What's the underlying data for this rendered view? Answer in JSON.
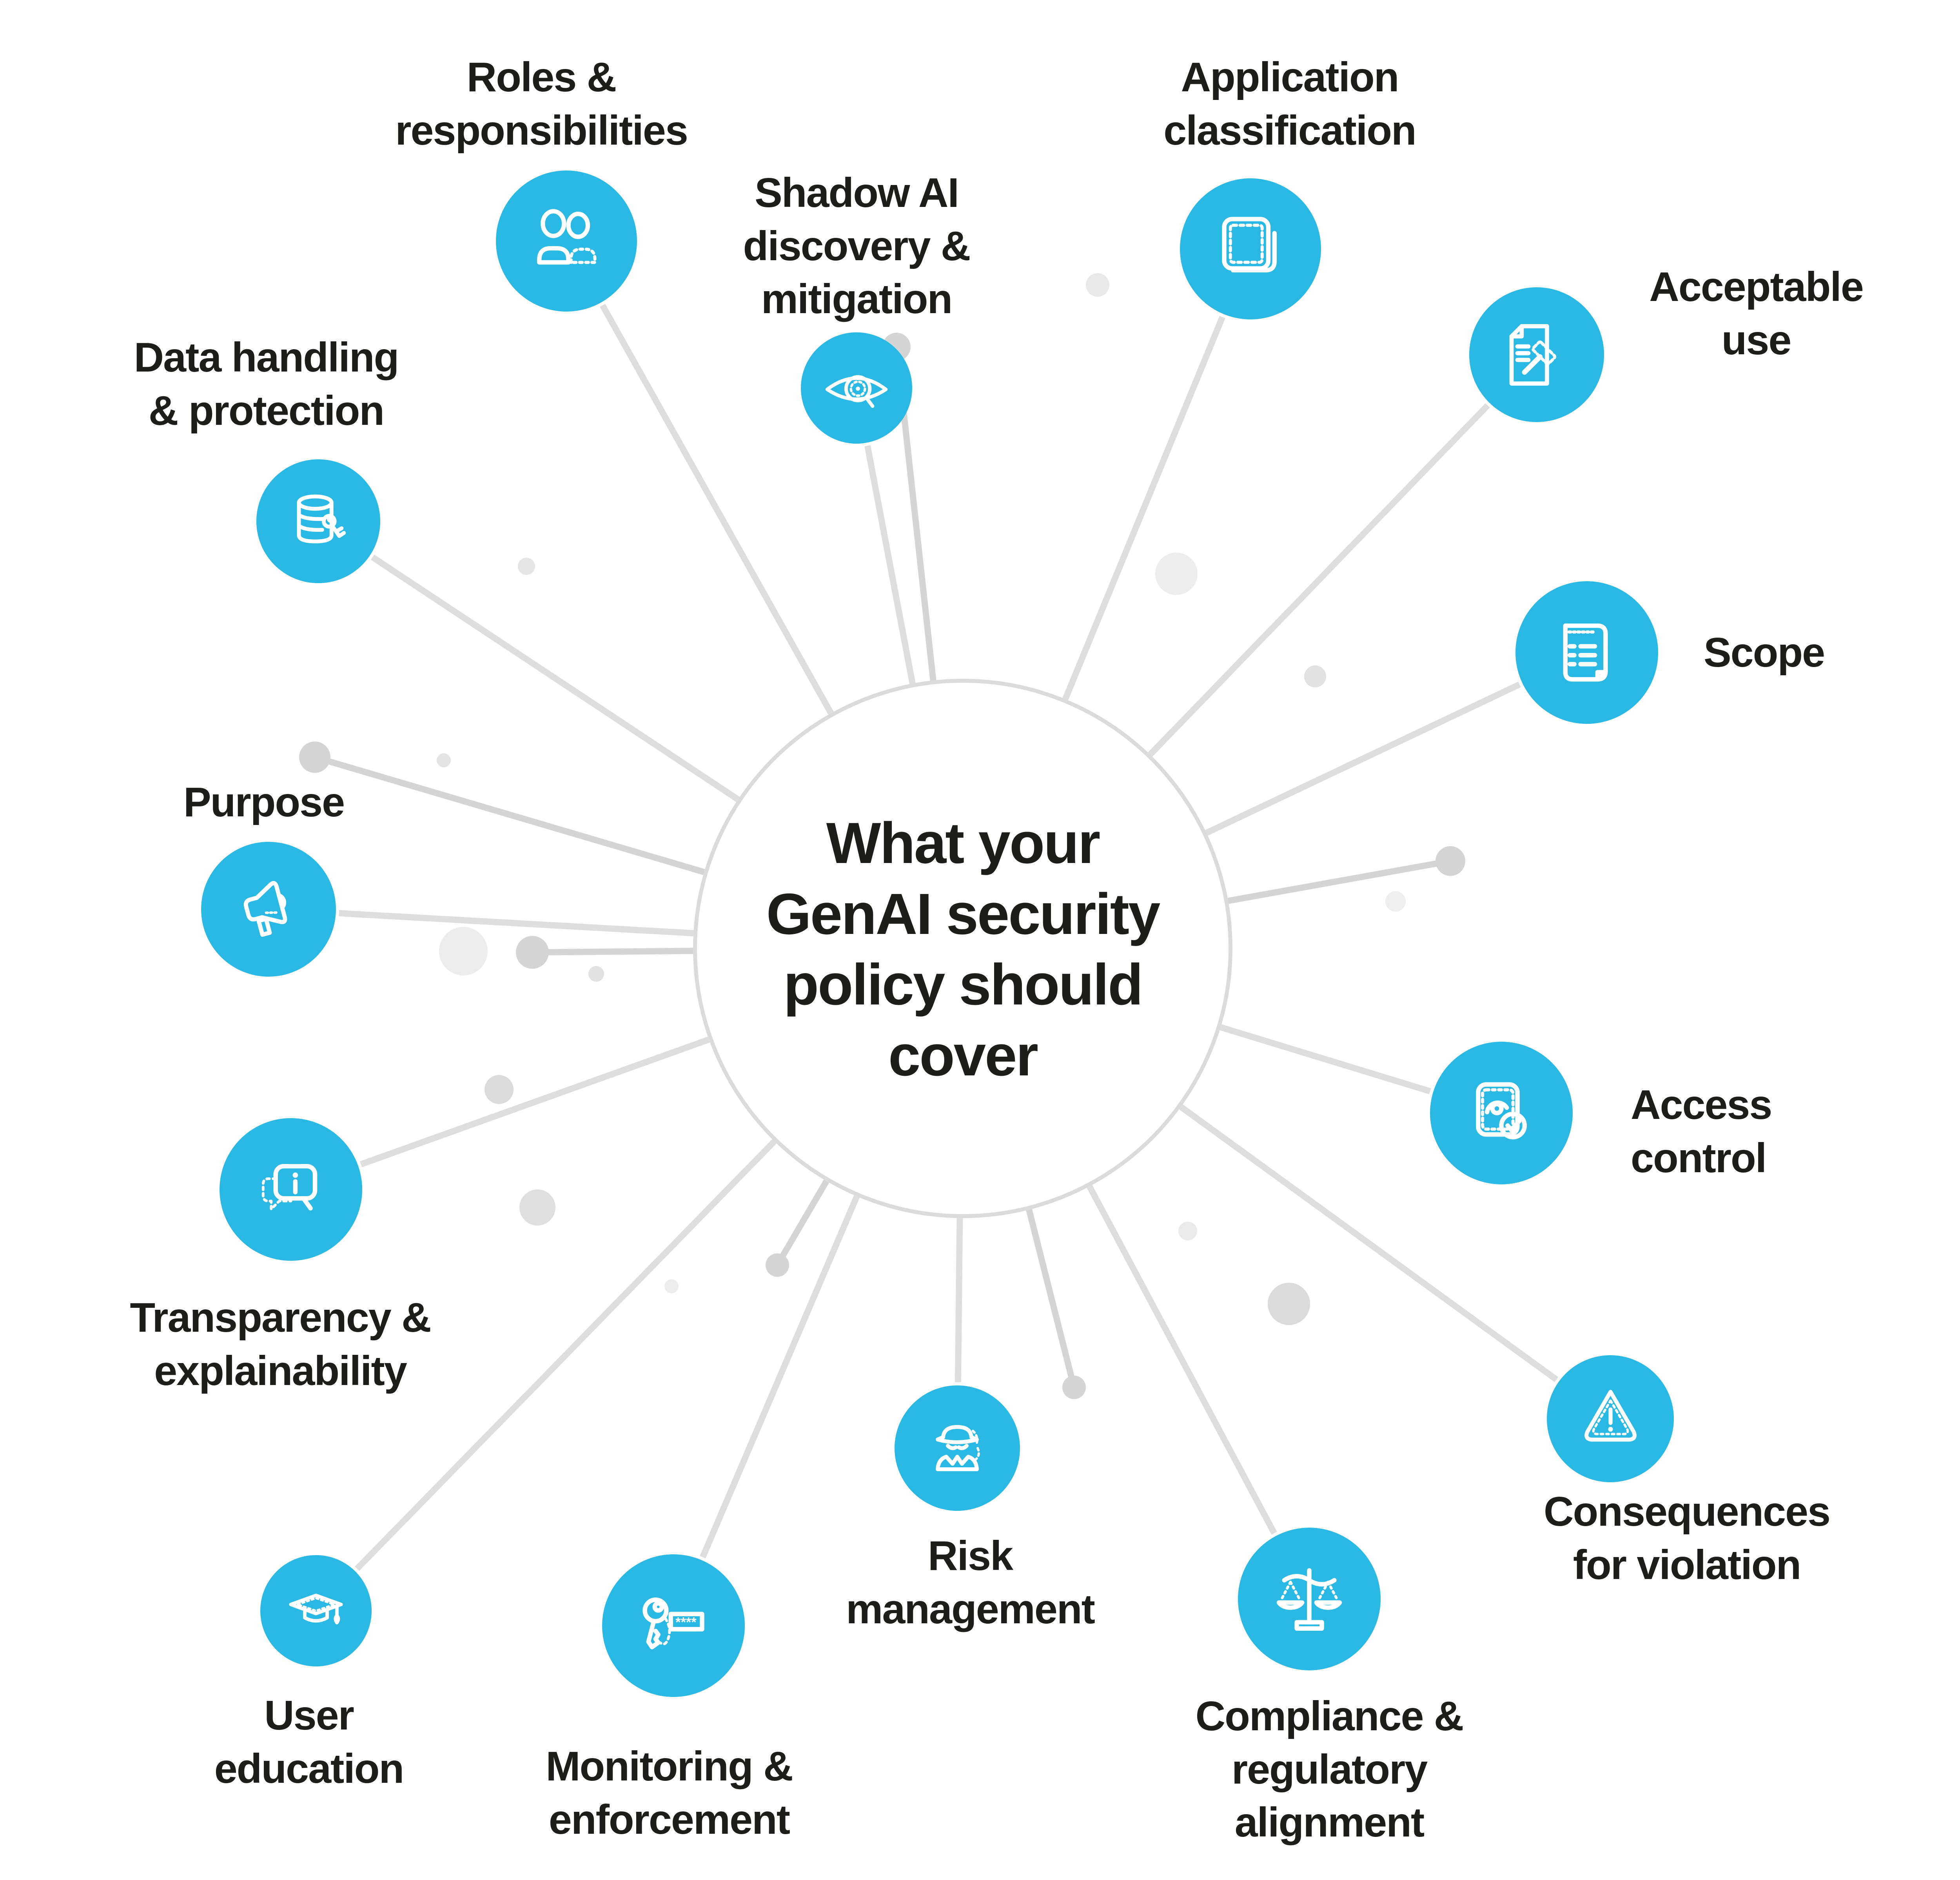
{
  "title": "What your\nGenAI security\npolicy should\ncover",
  "colors": {
    "accent": "#29B9E4",
    "text": "#1D1D1B",
    "connector": "#DEDEDE",
    "center_ring": "#DBDBDB",
    "pin": "#D5D5D5"
  },
  "items": [
    {
      "id": "roles-responsibilities",
      "label": "Roles &\nresponsibilities",
      "icon": "people-icon"
    },
    {
      "id": "shadow-ai",
      "label": "Shadow AI\ndiscovery &\nmitigation",
      "icon": "eye-search-icon"
    },
    {
      "id": "application-classification",
      "label": "Application\nclassification",
      "icon": "documents-icon"
    },
    {
      "id": "acceptable-use",
      "label": "Acceptable\nuse",
      "icon": "document-gavel-icon"
    },
    {
      "id": "scope",
      "label": "Scope",
      "icon": "scroll-icon"
    },
    {
      "id": "access-control",
      "label": "Access\ncontrol",
      "icon": "fingerprint-check-icon"
    },
    {
      "id": "consequences-for-violation",
      "label": "Consequences\nfor violation",
      "icon": "warning-triangle-icon"
    },
    {
      "id": "compliance-regulatory",
      "label": "Compliance &\nregulatory\nalignment",
      "icon": "scales-icon"
    },
    {
      "id": "risk-management",
      "label": "Risk\nmanagement",
      "icon": "spy-icon"
    },
    {
      "id": "monitoring-enforcement",
      "label": "Monitoring &\nenforcement",
      "icon": "key-password-icon"
    },
    {
      "id": "user-education",
      "label": "User\neducation",
      "icon": "graduation-cap-icon"
    },
    {
      "id": "transparency-explainability",
      "label": "Transparency &\nexplainability",
      "icon": "info-bubble-icon"
    },
    {
      "id": "purpose",
      "label": "Purpose",
      "icon": "megaphone-icon"
    },
    {
      "id": "data-handling-protection",
      "label": "Data handling\n& protection",
      "icon": "database-key-icon"
    }
  ]
}
